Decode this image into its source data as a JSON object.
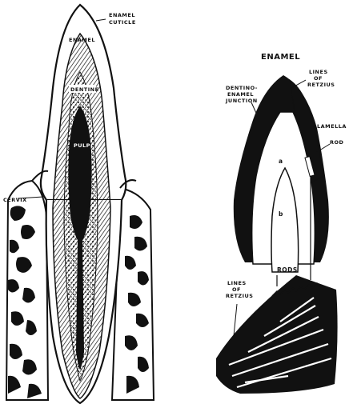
{
  "labels": {
    "enamel_cuticle_1": "ENAMEL",
    "enamel_cuticle_2": "CUTICLE",
    "enamel_left": "ENAMEL",
    "dentine": "DENTINE",
    "pulp": "PULP",
    "cervix": "CERVIX",
    "enamel_title": "ENAMEL",
    "lines_retzius_top_1": "LINES",
    "lines_retzius_top_2": "OF",
    "lines_retzius_top_3": "RETZIUS",
    "dej_1": "DENTINO-",
    "dej_2": "ENAMEL",
    "dej_3": "JUNCTION",
    "lamella": "LAMELLA",
    "rods_short": "ROD",
    "letter_a": "a",
    "letter_b": "b",
    "rods": "RODS",
    "lines_retzius_bottom_1": "LINES",
    "lines_retzius_bottom_2": "OF",
    "lines_retzius_bottom_3": "RETZIUS"
  },
  "colors": {
    "ink": "#111111",
    "paper": "#ffffff"
  }
}
